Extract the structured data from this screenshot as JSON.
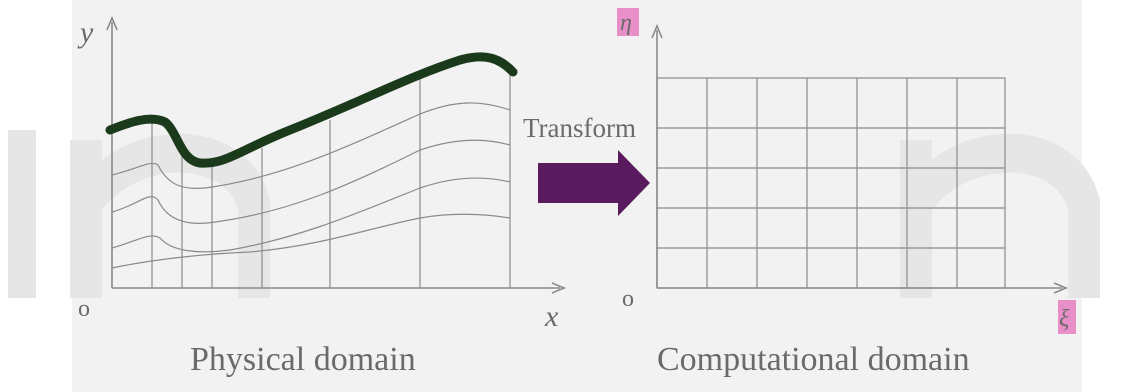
{
  "physical": {
    "y_axis_label": "y",
    "x_axis_label": "x",
    "origin_label": "o",
    "caption": "Physical domain"
  },
  "computational": {
    "eta_axis_label": "η",
    "xi_axis_label": "ξ",
    "origin_label": "o",
    "caption": "Computational domain"
  },
  "transform_label": "Transform",
  "colors": {
    "background": "#f2f2f2",
    "boundary": "#1b3a1b",
    "grid_lines": "#8a8a8a",
    "arrow": "#5a1a5e",
    "axis_label_highlight": "#e98fc8",
    "watermark": "#e6e6e6"
  }
}
